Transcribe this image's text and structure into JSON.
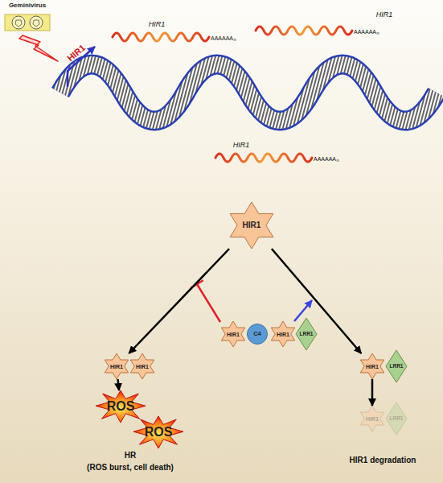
{
  "diagram": {
    "nodes": [
      {
        "text": [
          "Geminivirus"
        ]
      },
      {
        "text": [
          "HIR1"
        ]
      },
      {
        "text": [
          "HIR1"
        ]
      },
      {
        "text": [
          "C4"
        ]
      },
      {
        "text": [
          "HIR1"
        ]
      },
      {
        "text": [
          "LRR1"
        ]
      },
      {
        "text": [
          "HIR1"
        ]
      },
      {
        "text": [
          "HIR1"
        ]
      },
      {
        "text": [
          "HIR1"
        ]
      },
      {
        "text": [
          "LRR1"
        ]
      },
      {
        "text": [
          "ROS"
        ]
      },
      {
        "text": [
          "ROS"
        ]
      },
      {
        "text": [
          "HIR1"
        ]
      },
      {
        "text": [
          "LRR1"
        ]
      }
    ],
    "edges": [
      {
        "from": 1,
        "to": 6,
        "arrow": "to"
      },
      {
        "from": 1,
        "to": 8,
        "arrow": "to"
      },
      {
        "from": 6,
        "to": 10,
        "arrow": "to"
      },
      {
        "from": 8,
        "to": 12,
        "arrow": "to"
      }
    ],
    "labels": [
      "HIR1",
      "HIR1",
      "AAAAAA",
      "n",
      "HIR1",
      "AAAAAA",
      "n",
      "HIR1",
      "AAAAAA",
      "n",
      "HR",
      "(ROS burst, cell death)",
      "HIR1 degradation"
    ]
  }
}
